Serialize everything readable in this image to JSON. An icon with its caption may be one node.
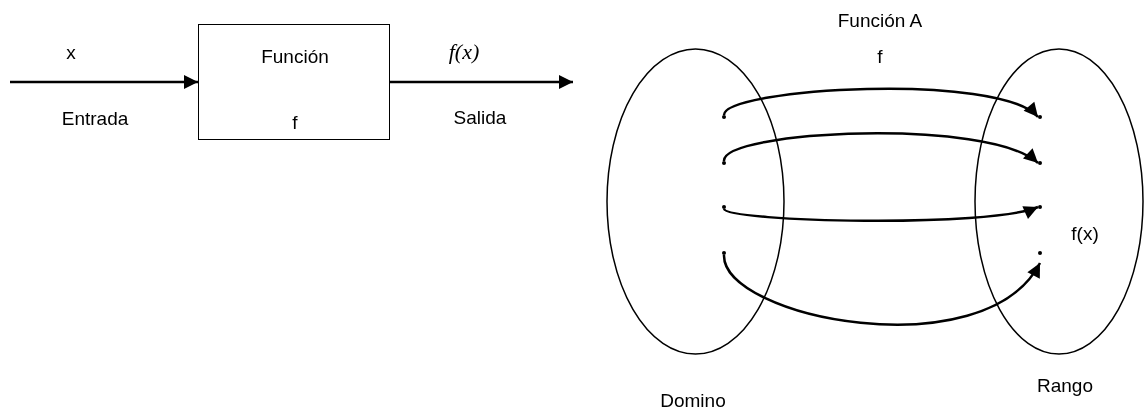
{
  "diagram": {
    "nodes": [
      {
        "text": [
          "Función",
          "f"
        ]
      },
      {
        "text": [],
        "shape": "ellipse",
        "beside": [
          "Domino"
        ]
      },
      {
        "text": [
          "f(x)"
        ],
        "beside": [
          "Rango"
        ]
      },
      {
        "text": [],
        "shape": "dot",
        "in": 1
      },
      {
        "text": [],
        "shape": "dot",
        "in": 1
      },
      {
        "text": [],
        "shape": "dot",
        "in": 1
      },
      {
        "text": [],
        "shape": "dot",
        "in": 1
      },
      {
        "text": [],
        "shape": "dot",
        "in": 2
      },
      {
        "text": [],
        "shape": "dot",
        "in": 2
      },
      {
        "text": [],
        "shape": "dot",
        "in": 2
      },
      {
        "text": [],
        "shape": "dot",
        "in": 2
      }
    ],
    "edges": [
      {
        "from": null,
        "to": 0,
        "arrow": "to",
        "label": "x"
      },
      {
        "from": 0,
        "to": null,
        "arrow": "to",
        "label": "f(x)"
      },
      {
        "from": 3,
        "to": 7,
        "arrow": "to"
      },
      {
        "from": 4,
        "to": 8,
        "arrow": "to"
      },
      {
        "from": 5,
        "to": 9,
        "arrow": "to"
      },
      {
        "from": 6,
        "to": 10,
        "arrow": "to"
      }
    ],
    "labels": [
      "Entrada",
      "Salida",
      "Función A",
      "f"
    ]
  }
}
